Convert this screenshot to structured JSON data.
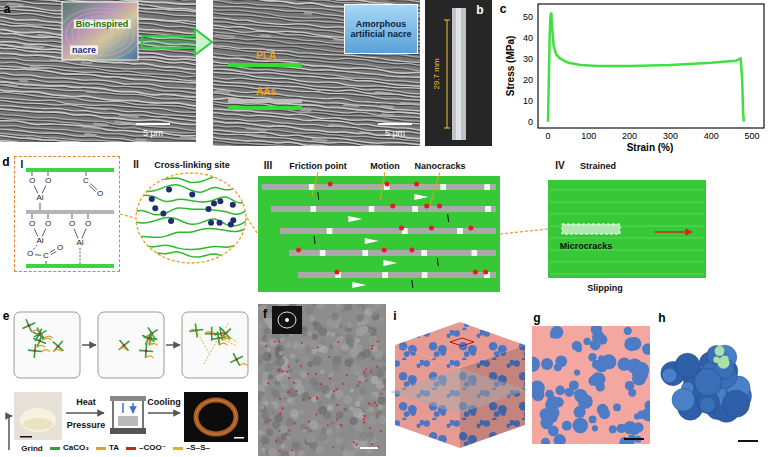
{
  "diagram": {
    "nodes": [
      {
        "text": [
          "Bio-inspired",
          "nacre"
        ]
      },
      {
        "text": [
          "Amorphous artificial nacre"
        ]
      },
      {
        "text": [
          "I"
        ]
      },
      {
        "text": [
          "II",
          "Cross-linking site"
        ]
      },
      {
        "text": [
          "III",
          "Friction point",
          "Motion",
          "Nanocracks"
        ]
      },
      {
        "text": [
          "IV",
          "Strained",
          "Microcracks",
          "Slipping"
        ]
      }
    ],
    "edges": [
      {
        "from": 2,
        "to": 3,
        "arrow": "none"
      },
      {
        "from": 3,
        "to": 4,
        "arrow": "none"
      },
      {
        "from": 4,
        "to": 5,
        "arrow": "none"
      }
    ],
    "labels": [
      "a",
      "PLA",
      "AAs",
      "5 μm",
      "5 μm",
      "b",
      "29.7 mm",
      "c",
      "Stress (MPa)",
      "Strain (%)",
      "0",
      "10",
      "20",
      "30",
      "40",
      "50",
      "0",
      "100",
      "200",
      "300",
      "400",
      "500",
      "d",
      "e",
      "Heat",
      "Pressure",
      "Cooling",
      "Grind",
      "f",
      "i",
      "g",
      "h",
      "O",
      "O",
      "Al",
      "C",
      "O",
      "O",
      "O",
      "Al",
      "O",
      "O",
      "Al",
      "O",
      "C",
      "O"
    ],
    "legend": [
      {
        "text": "CaCO₃",
        "color": "#2e9e3e"
      },
      {
        "text": "TA",
        "color": "#e0a030"
      },
      {
        "text": "–COO⁻",
        "color": "#d02020"
      },
      {
        "text": "–S–S–",
        "color": "#d8b820"
      }
    ]
  }
}
